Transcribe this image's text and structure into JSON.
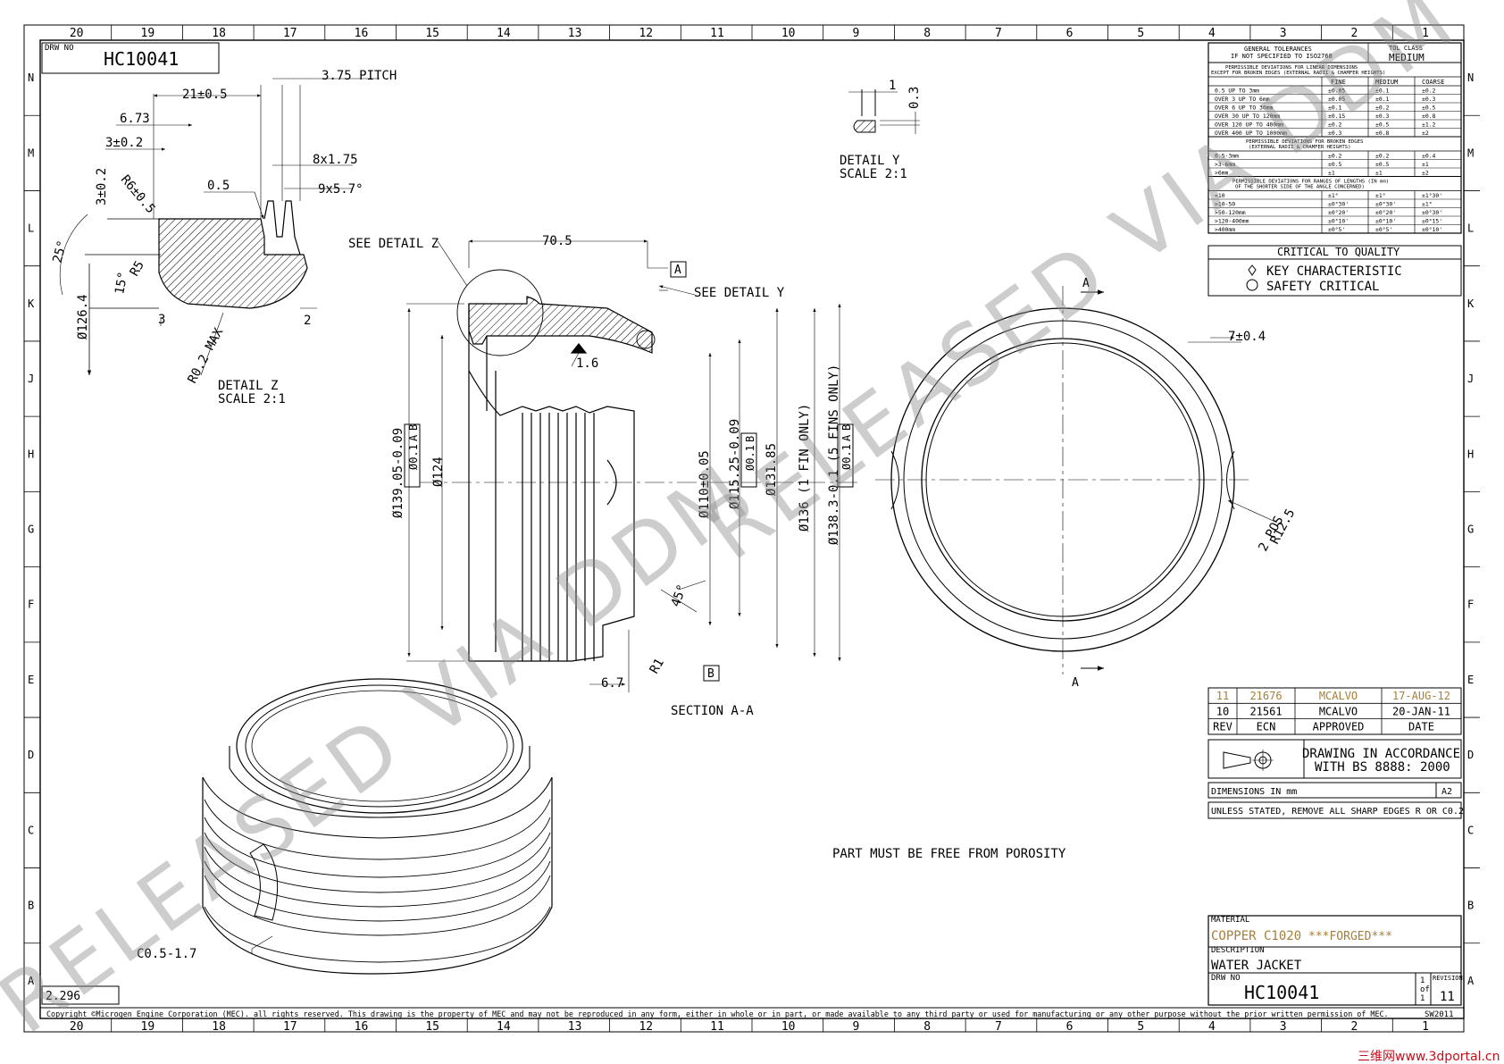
{
  "border": {
    "columns": [
      "20",
      "19",
      "18",
      "17",
      "16",
      "15",
      "14",
      "13",
      "12",
      "11",
      "10",
      "9",
      "8",
      "7",
      "6",
      "5",
      "4",
      "3",
      "2",
      "1"
    ],
    "rows": [
      "N",
      "M",
      "L",
      "K",
      "J",
      "H",
      "G",
      "F",
      "E",
      "D",
      "C",
      "B",
      "A"
    ]
  },
  "top_left": {
    "drw_no_label": "DRW NO",
    "drw_no": "HC10041",
    "scale_box": "2.296"
  },
  "detail_z": {
    "title": "DETAIL  Z",
    "scale": "SCALE  2:1",
    "dims": {
      "pitch": "3.75 PITCH",
      "d21": "21±0.5",
      "d673": "6.73",
      "d3a": "3±0.2",
      "d05": "0.5",
      "d8x175": "8x1.75",
      "d9x57": "9x5.7°",
      "r6": "R6±0.5",
      "d3b": "3±0.2",
      "ang25": "25°",
      "r5": "R5",
      "ang15": "15°",
      "d1264": "Ø126.4",
      "d3c": "3",
      "d2": "2",
      "r02": "R0.2 MAX"
    }
  },
  "detail_y": {
    "title": "DETAIL  Y",
    "scale": "SCALE  2:1",
    "d1": "1",
    "d03": "0.3"
  },
  "section": {
    "title": "SECTION  A-A",
    "see_z": "SEE DETAIL  Z",
    "see_y": "SEE DETAIL  Y",
    "d705": "70.5",
    "dA": "A",
    "dB": "B",
    "d16": "1.6",
    "d67": "6.7",
    "r1": "R1",
    "ang45": "45°",
    "d13905": "Ø139.05-0.09",
    "tol1": "Ø0.1",
    "tol1a": "A",
    "tol1b": "B",
    "d124": "Ø124",
    "d110": "Ø110±0.05",
    "d11525": "Ø115.25-0.09",
    "tol2": "Ø0.1",
    "tol2b": "B",
    "d13185": "Ø131.85",
    "d136": "Ø136 (1 FIN ONLY)",
    "d1383": "Ø138.3-0.1 (5 FINS ONLY)",
    "tol3": "Ø0.1",
    "tol3a": "A",
    "tol3b": "B"
  },
  "end_view": {
    "d74": "7±0.4",
    "r125": "R12.5",
    "pos": "2 POS",
    "a_top": "A",
    "a_bot": "A"
  },
  "iso_view": {
    "chamfer": "C0.5-1.7"
  },
  "note_porosity": "PART MUST BE FREE FROM POROSITY",
  "tolerance_table": {
    "header_left": [
      "GENERAL TOLERANCES",
      "IF NOT SPECIFIED TO ISO2768"
    ],
    "tol_class_label": "TOL CLASS",
    "tol_class_value": "MEDIUM",
    "linear_title": [
      "PERMISSIBLE DEVIATIONS FOR LINEAR DIMENSIONS",
      "EXCEPT FOR BROKEN EDGES (EXTERNAL RADII & CHAMFER HEIGHTS)"
    ],
    "col_headers": [
      "FINE",
      "MEDIUM",
      "COARSE"
    ],
    "linear_rows": [
      [
        "0.5 UP TO 3mm",
        "±0.05",
        "±0.1",
        "±0.2"
      ],
      [
        "OVER 3 UP TO 6mm",
        "±0.05",
        "±0.1",
        "±0.3"
      ],
      [
        "OVER 6 UP TO 30mm",
        "±0.1",
        "±0.2",
        "±0.5"
      ],
      [
        "OVER 30 UP TO 120mm",
        "±0.15",
        "±0.3",
        "±0.8"
      ],
      [
        "OVER 120 UP TO 400mm",
        "±0.2",
        "±0.5",
        "±1.2"
      ],
      [
        "OVER 400 UP TO 1000mm",
        "±0.3",
        "±0.8",
        "±2"
      ]
    ],
    "edges_title": [
      "PERMISSIBLE DEVIATIONS FOR BROKEN EDGES",
      "(EXTERNAL RADII & CHAMFER HEIGHTS)"
    ],
    "edges_rows": [
      [
        "0.5-3mm",
        "±0.2",
        "±0.2",
        "±0.4"
      ],
      [
        ">3-6mm",
        "±0.5",
        "±0.5",
        "±1"
      ],
      [
        ">6mm",
        "±1",
        "±1",
        "±2"
      ]
    ],
    "angles_title": [
      "PERMISSIBLE DEVIATIONS FOR RANGES OF LENGTHS (IN mm)",
      "OF THE SHORTER SIDE OF THE ANGLE CONCERNED)"
    ],
    "angles_rows": [
      [
        "<10",
        "±1°",
        "±1°",
        "±1°30'"
      ],
      [
        ">10-50",
        "±0°30'",
        "±0°30'",
        "±1°"
      ],
      [
        ">50-120mm",
        "±0°20'",
        "±0°20'",
        "±0°30'"
      ],
      [
        ">120-400mm",
        "±0°10'",
        "±0°10'",
        "±0°15'"
      ],
      [
        ">400mm",
        "±0°5'",
        "±0°5'",
        "±0°10'"
      ]
    ]
  },
  "ctq": {
    "title": "CRITICAL TO QUALITY",
    "key": "KEY CHARACTERISTIC",
    "safety": "SAFETY CRITICAL"
  },
  "revisions": {
    "rows": [
      [
        "11",
        "21676",
        "MCALVO",
        "17-AUG-12"
      ],
      [
        "10",
        "21561",
        "MCALVO",
        "20-JAN-11"
      ]
    ],
    "headers": [
      "REV",
      "ECN",
      "APPROVED",
      "DATE"
    ]
  },
  "standard": {
    "line1": "DRAWING IN ACCORDANCE",
    "line2": "WITH BS 8888: 2000"
  },
  "dims_box": {
    "label": "DIMENSIONS IN mm",
    "size": "A2"
  },
  "edges_note": "UNLESS STATED, REMOVE ALL SHARP EDGES R OR C0.2",
  "title_block": {
    "material_label": "MATERIAL",
    "material": "COPPER C1020",
    "material_suffix": "***FORGED***",
    "description_label": "DESCRIPTION",
    "description": "WATER JACKET",
    "drw_no_label": "DRW NO",
    "drw_no": "HC10041",
    "sheet_top": "1",
    "sheet_mid": "of",
    "sheet_bot": "1",
    "revision_label": "REVISION",
    "revision": "11"
  },
  "copyright": "Copyright ©Microgen Engine Corporation (MEC). all rights reserved.  This drawing is the property of MEC and may not be reproduced in any form, either in whole or in part, or made available to any third party or used for manufacturing or any other purpose without the prior  written permission of MEC.",
  "sw": "SW2011",
  "watermark": "RELEASED VIA DDM",
  "footer_logo": "三维网www.3dportal.cn",
  "colors": {
    "line": "#000000",
    "gold": "#a47e3a",
    "watermark": "#8a8a8a",
    "footer": "#c2101c"
  }
}
